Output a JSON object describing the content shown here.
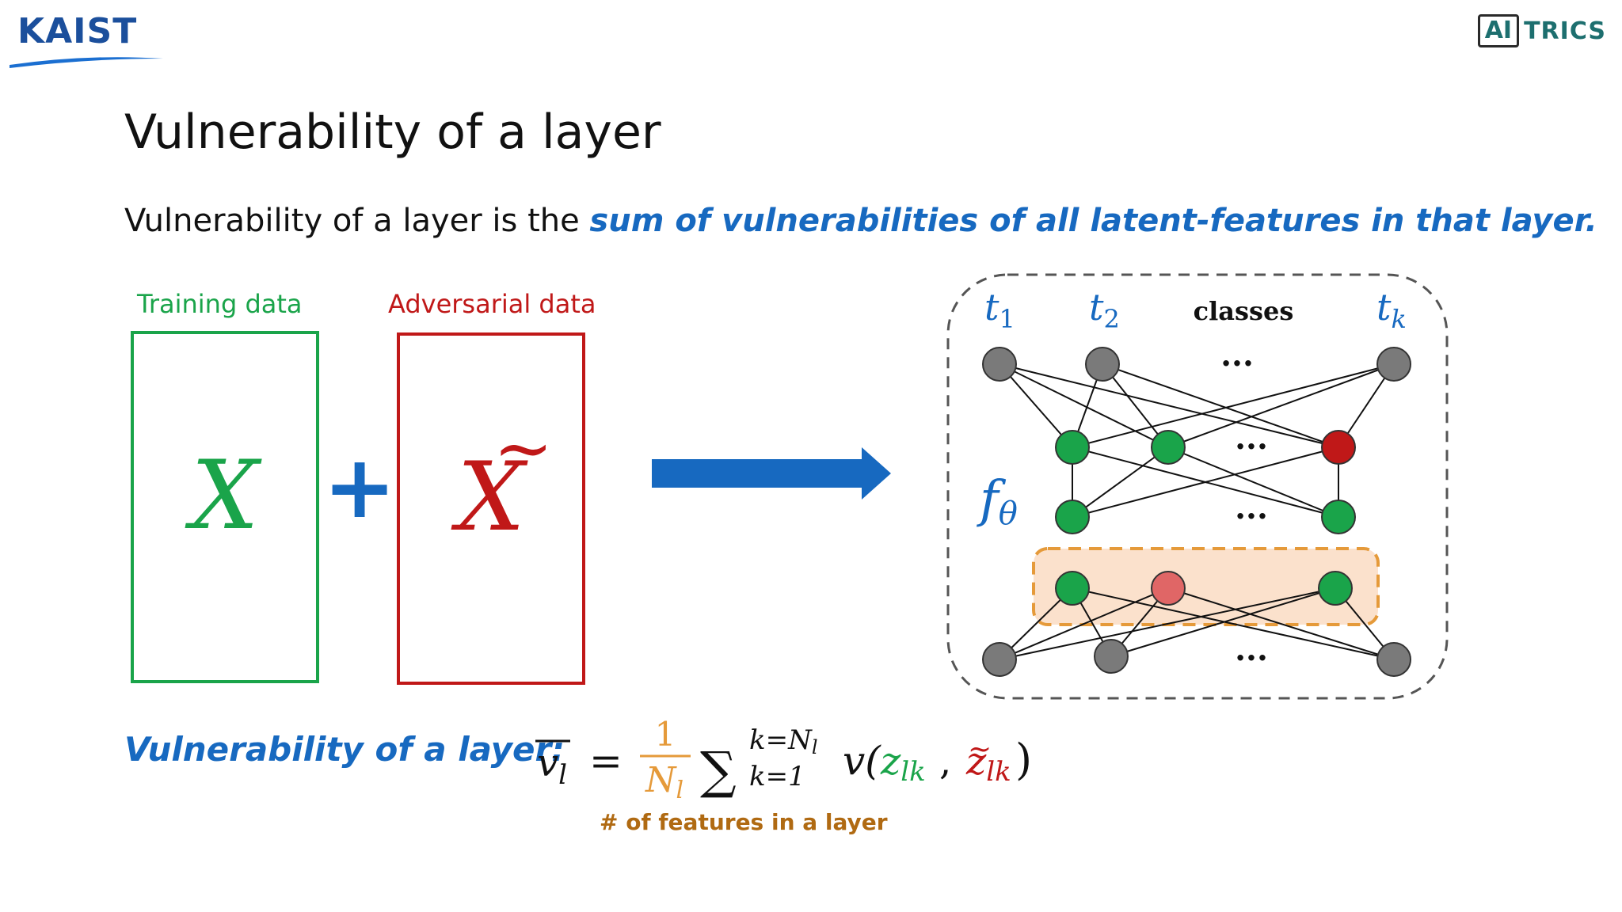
{
  "logos": {
    "left_text": "KAIST",
    "right_box_text": "AI",
    "right_text": "TRICS"
  },
  "slide": {
    "title": "Vulnerability of a layer",
    "subtitle_plain": "Vulnerability of a layer is the ",
    "subtitle_emphasis": "sum of vulnerabilities of all latent-features in that layer."
  },
  "data_boxes": {
    "training_label": "Training data",
    "adversarial_label": "Adversarial data",
    "training_symbol": "X",
    "adversarial_symbol": "X",
    "adversarial_accent": "~",
    "operator": "+"
  },
  "network": {
    "class_labels": [
      "t",
      "t",
      "t"
    ],
    "class_subscripts": [
      "1",
      "2",
      "k"
    ],
    "classes_text": "classes",
    "ellipsis": "...",
    "model_symbol": "f",
    "model_subscript": "θ",
    "colors": {
      "gray_node": "#7a7a7a",
      "green_node": "#1aa44a",
      "red_node": "#c01818",
      "light_red_node": "#e06666",
      "highlight_fill": "#fbe1cc",
      "highlight_border": "#e59a3a",
      "arrow": "#1769c0"
    }
  },
  "formula": {
    "label": "Vulnerability of a layer:",
    "lhs": "v",
    "lhs_sub": "l",
    "equals": "=",
    "numerator": "1",
    "denominator": "N",
    "denominator_sub": "l",
    "sum_sign": "∑",
    "sum_upper": "k=N",
    "sum_upper_sub": "l",
    "sum_lower": "k=1",
    "func": "v(",
    "arg1": "z",
    "arg1_sub": "lk",
    "comma": ",",
    "arg2": "z",
    "arg2_accent": "~",
    "arg2_sub": "lk",
    "close": ")",
    "note": "# of features in a layer"
  }
}
